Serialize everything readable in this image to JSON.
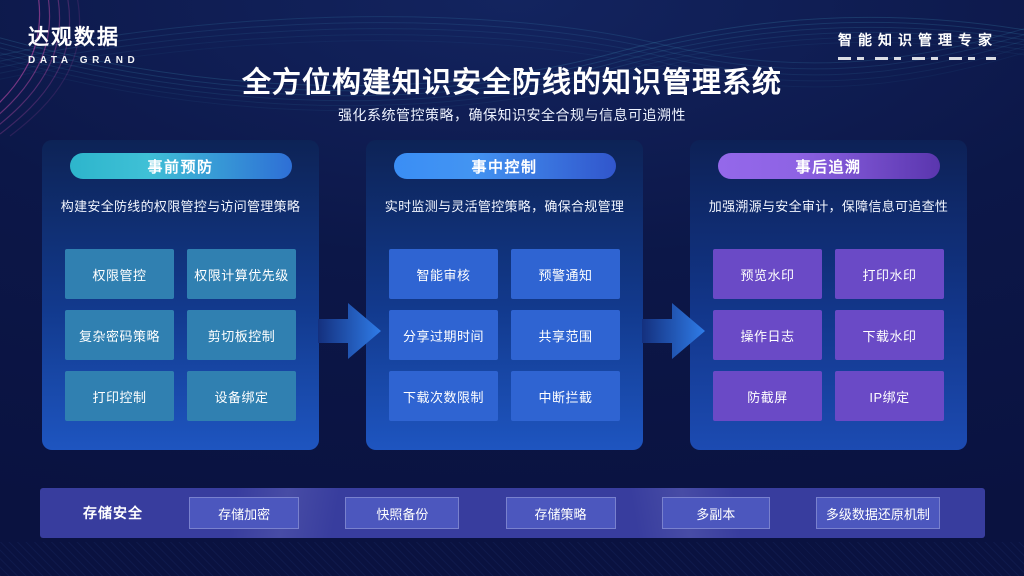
{
  "brand": {
    "logo_cn": "达观数据",
    "logo_en": "DATA GRAND",
    "tagline": "智能知识管理专家"
  },
  "header": {
    "title": "全方位构建知识安全防线的知识管理系统",
    "subtitle": "强化系统管控策略，确保知识安全合规与信息可追溯性"
  },
  "phases": [
    {
      "pill": "事前预防",
      "desc": "构建安全防线的权限管控与访问管理策略",
      "accent_from": "#2db5cc",
      "accent_to": "#2e6fd6",
      "card_color": "#3080b1",
      "cards": [
        "权限管控",
        "权限计算优先级",
        "复杂密码策略",
        "剪切板控制",
        "打印控制",
        "设备绑定"
      ]
    },
    {
      "pill": "事中控制",
      "desc": "实时监测与灵活管控策略，确保合规管理",
      "accent_from": "#3a8ef5",
      "accent_to": "#3156cc",
      "card_color": "#2f64d2",
      "cards": [
        "智能审核",
        "预警通知",
        "分享过期时间",
        "共享范围",
        "下载次数限制",
        "中断拦截"
      ]
    },
    {
      "pill": "事后追溯",
      "desc": "加强溯源与安全审计，保障信息可追查性",
      "accent_from": "#9468ea",
      "accent_to": "#5a36ae",
      "card_color": "#6a4ac6",
      "cards": [
        "预览水印",
        "打印水印",
        "操作日志",
        "下载水印",
        "防截屏",
        "IP绑定"
      ]
    }
  ],
  "storage_bar": {
    "label": "存储安全",
    "chips": [
      "存储加密",
      "快照备份",
      "存储策略",
      "多副本",
      "多级数据还原机制"
    ],
    "bar_color": "#383d9e",
    "chip_color": "#4c57be"
  },
  "colors": {
    "background": "#0c1748",
    "panel_top": "#0d2356",
    "panel_bottom": "#1e55c0",
    "wave_cyan": "#57cbe9",
    "wave_pink": "#cf4fae",
    "arrow_from": "#14307e",
    "arrow_to": "#2f7ce8"
  }
}
